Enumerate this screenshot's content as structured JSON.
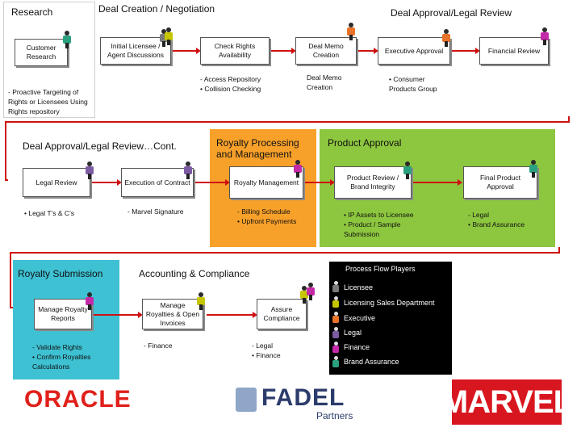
{
  "colors": {
    "research_bg": "#ffffff",
    "deal_creation_bg": "#ffffff",
    "deal_approval_bg": "#ffffff",
    "legal_review_cont_bg": "#ffffff",
    "royalty_processing_bg": "#f7a02a",
    "product_approval_bg": "#8dc63f",
    "royalty_submission_bg": "#3ec1d3",
    "accounting_bg": "#ffffff",
    "legend_bg": "#000000",
    "flow_arrow": "#d01010",
    "licensee": "#7a7a7a",
    "licensing_sales": "#c6c600",
    "executive": "#e8732a",
    "legal": "#7c5ba4",
    "finance": "#c429a8",
    "brand_assurance": "#2aa080"
  },
  "sections": {
    "research": {
      "title": "Research"
    },
    "deal_creation": {
      "title": "Deal Creation / Negotiation"
    },
    "deal_approval": {
      "title": "Deal Approval/Legal Review"
    },
    "legal_review_cont": {
      "title": "Deal Approval/Legal Review…Cont."
    },
    "royalty_processing": {
      "title": "Royalty Processing and Management"
    },
    "product_approval": {
      "title": "Product Approval"
    },
    "royalty_submission": {
      "title": "Royalty Submission"
    },
    "accounting": {
      "title": "Accounting & Compliance"
    }
  },
  "boxes": {
    "customer_research": "Customer Research",
    "initial_licensee": "Initial Licensee / Agent Discussions",
    "check_rights": "Check Rights Availability",
    "deal_memo_creation": "Deal Memo Creation",
    "executive_approval": "Executive Approval",
    "financial_review": "Financial Review",
    "legal_review": "Legal Review",
    "execution_of_contract": "Execution of Contract",
    "royalty_management": "Royalty Management",
    "product_review": "Product Review / Brand Integrity",
    "final_product_approval": "Final Product Approval",
    "manage_royalty_reports": "Manage Royalty Reports",
    "manage_royalties_invoices": "Manage Royalties & Open Invoices",
    "assure_compliance": "Assure Compliance"
  },
  "notes": {
    "research": "- Proactive Targeting of Rights or Licensees Using Rights repository",
    "check_rights": "- Access Repository\n• Collision Checking",
    "deal_memo": "Deal Memo\nCreation",
    "executive": "• Consumer\nProducts Group",
    "legal_review": "• Legal T’s & C’s",
    "execution": "- Marvel Signature",
    "royalty_management": "- Billing Schedule\n• Upfront Payments",
    "product_review": "• IP Assets to Licensee\n• Product / Sample\nSubmission",
    "final_product": "- Legal\n• Brand Assurance",
    "royalty_reports": "- Validate Rights\n• Confirm Royalties\nCalculations",
    "invoices": "- Finance",
    "compliance": "- Legal\n• Finance"
  },
  "legend": {
    "title": "Process Flow Players",
    "items": [
      {
        "label": "Licensee",
        "color": "#7a7a7a"
      },
      {
        "label": "Licensing Sales Department",
        "color": "#c6c600"
      },
      {
        "label": "Executive",
        "color": "#e8732a"
      },
      {
        "label": "Legal",
        "color": "#7c5ba4"
      },
      {
        "label": "Finance",
        "color": "#c429a8"
      },
      {
        "label": "Brand Assurance",
        "color": "#2aa080"
      }
    ]
  },
  "logos": {
    "oracle": "ORACLE",
    "fadel": "FADEL",
    "fadel_sub": "Partners",
    "marvel": "MARVEL"
  }
}
